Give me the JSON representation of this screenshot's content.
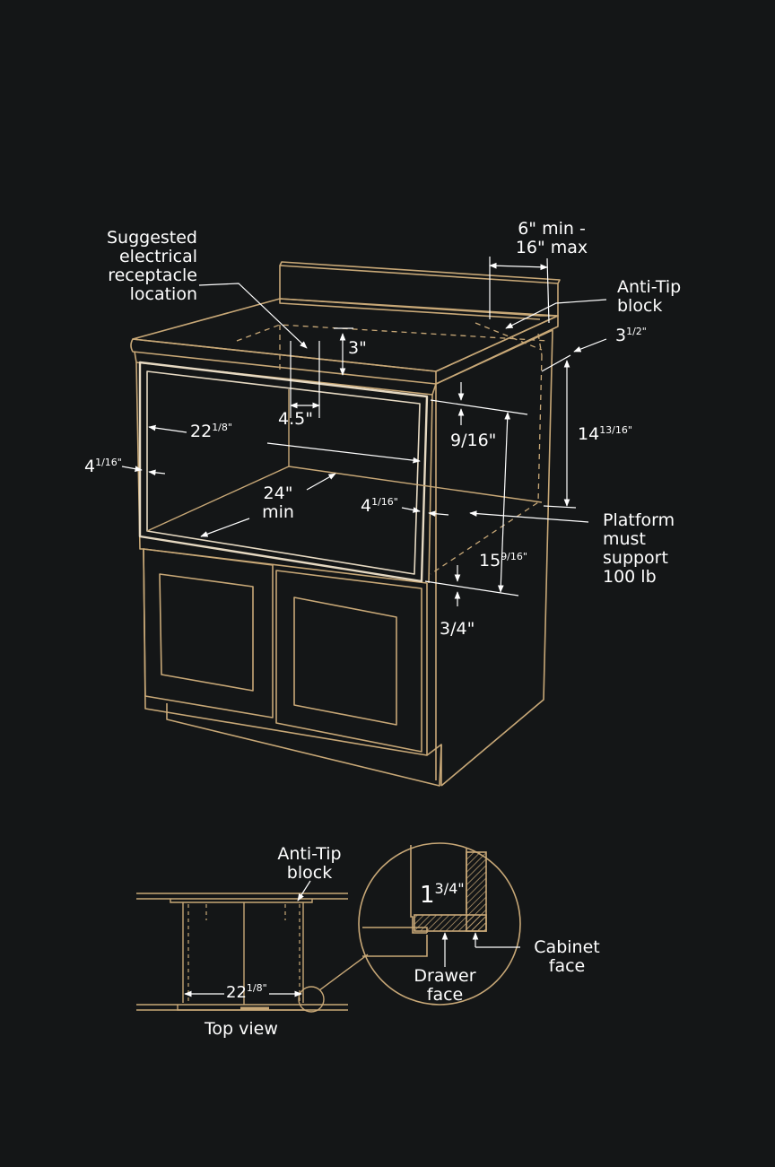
{
  "colors": {
    "background": "#141617",
    "outline": "#c8a877",
    "dimension": "#ffffff",
    "highlight": "#e6d9c2"
  },
  "labels": {
    "receptacle": [
      "Suggested",
      "electrical",
      "receptacle",
      "location"
    ],
    "clearance": [
      "6\" min -",
      "16\" max"
    ],
    "anti_tip": [
      "Anti-Tip",
      "block"
    ],
    "dim_3_half": {
      "main": "3",
      "sup": "1/2\""
    },
    "dim_3": "3\"",
    "dim_4_5": "4.5\"",
    "dim_22_1_8": {
      "main": "22",
      "sup": "1/8\""
    },
    "dim_9_16": "9/16\"",
    "dim_14_13_16": {
      "main": "14",
      "sup": "13/16\""
    },
    "dim_4_1_16_left": {
      "main": "4",
      "sup": "1/16\""
    },
    "dim_24_min": [
      "24\"",
      "min"
    ],
    "dim_4_1_16_right": {
      "main": "4",
      "sup": "1/16\""
    },
    "platform": [
      "Platform",
      "must",
      "support",
      "100 lb"
    ],
    "dim_15_9_16": {
      "main": "15",
      "sup": "9/16\""
    },
    "dim_3_4": "3/4\"",
    "top_anti_tip": [
      "Anti-Tip",
      "block"
    ],
    "top_dim_22_1_8": {
      "main": "22",
      "sup": "1/8\""
    },
    "top_view": "Top view",
    "detail_dim": {
      "main": "1",
      "sup": "3/4\""
    },
    "drawer_face": [
      "Drawer",
      "face"
    ],
    "cabinet_face": [
      "Cabinet",
      "face"
    ]
  }
}
